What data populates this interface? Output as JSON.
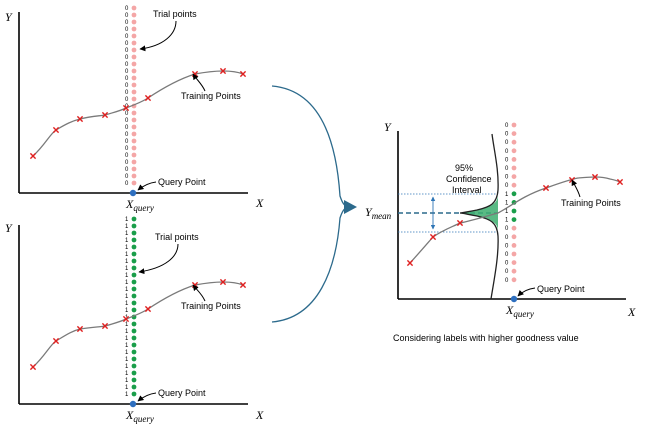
{
  "panel_top": {
    "y_axis_label": "Y",
    "x_axis_label": "X",
    "query_label": "X",
    "query_sub": "query",
    "trial_label": "Trial points",
    "training_label": "Training Points",
    "query_point_label": "Query Point",
    "trial_digits": [
      "0",
      "0",
      "0",
      "0",
      "0",
      "0",
      "0",
      "0",
      "0",
      "0",
      "0",
      "0",
      "0",
      "0",
      "0",
      "0",
      "0",
      "0",
      "0",
      "0",
      "0",
      "0",
      "0",
      "0",
      "0",
      "0"
    ]
  },
  "panel_bottom": {
    "y_axis_label": "Y",
    "x_axis_label": "X",
    "query_label": "X",
    "query_sub": "query",
    "trial_label": "Trial points",
    "training_label": "Training Points",
    "query_point_label": "Query Point",
    "trial_digits": [
      "1",
      "1",
      "1",
      "1",
      "1",
      "1",
      "1",
      "1",
      "1",
      "1",
      "1",
      "1",
      "1",
      "1",
      "1",
      "1",
      "1",
      "1",
      "1",
      "1",
      "1",
      "1",
      "1",
      "1",
      "1",
      "1"
    ]
  },
  "panel_result": {
    "y_axis_label": "Y",
    "x_axis_label": "X",
    "query_label": "X",
    "query_sub": "query",
    "mean_label": "Y",
    "mean_sub": "mean",
    "ci_line1": "95%",
    "ci_line2": "Confidence",
    "ci_line3": "Interval",
    "training_label": "Training Points",
    "query_point_label": "Query Point",
    "trial_digits": [
      "0",
      "0",
      "0",
      "0",
      "0",
      "0",
      "0",
      "0",
      "1",
      "1",
      "1",
      "1",
      "0",
      "0",
      "0",
      "0",
      "0",
      "0",
      "0"
    ],
    "caption": "Considering labels with higher goodness value"
  },
  "colors": {
    "trial_zero": "#f4a6a6",
    "trial_one": "#1a9e4a",
    "training_marker": "#e02020",
    "curve": "#7a7a7a",
    "query_point": "#2e6fbf",
    "arrow": "#2c6a8c",
    "gaussian_fill": "#3cae6e",
    "ci_line": "#2e75b6"
  }
}
